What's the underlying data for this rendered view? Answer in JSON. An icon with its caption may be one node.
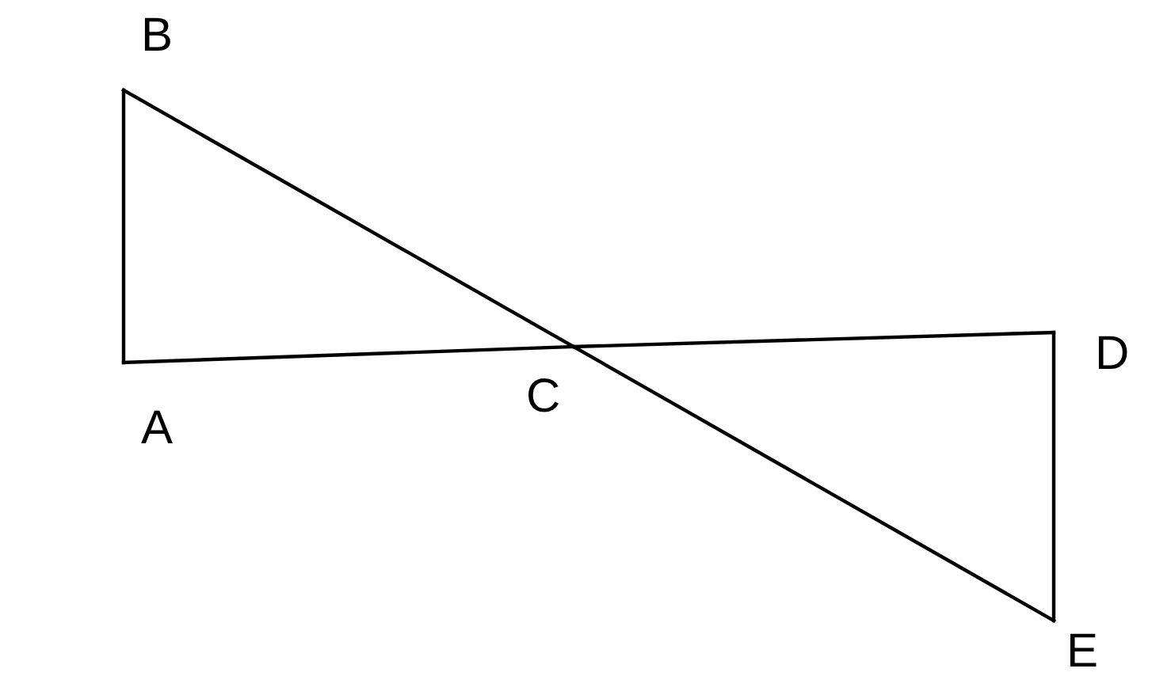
{
  "diagram": {
    "nodes": [
      {
        "text": [
          "B"
        ]
      },
      {
        "text": [
          "A"
        ]
      },
      {
        "text": [
          "C"
        ]
      },
      {
        "text": [
          "D"
        ]
      },
      {
        "text": [
          "E"
        ]
      }
    ],
    "edges": [
      {
        "from": 1,
        "to": 0,
        "arrow": "none"
      },
      {
        "from": 0,
        "to": 2,
        "arrow": "none"
      },
      {
        "from": 2,
        "to": 4,
        "arrow": "none"
      },
      {
        "from": 1,
        "to": 2,
        "arrow": "none"
      },
      {
        "from": 2,
        "to": 3,
        "arrow": "none"
      },
      {
        "from": 3,
        "to": 4,
        "arrow": "none"
      }
    ]
  }
}
